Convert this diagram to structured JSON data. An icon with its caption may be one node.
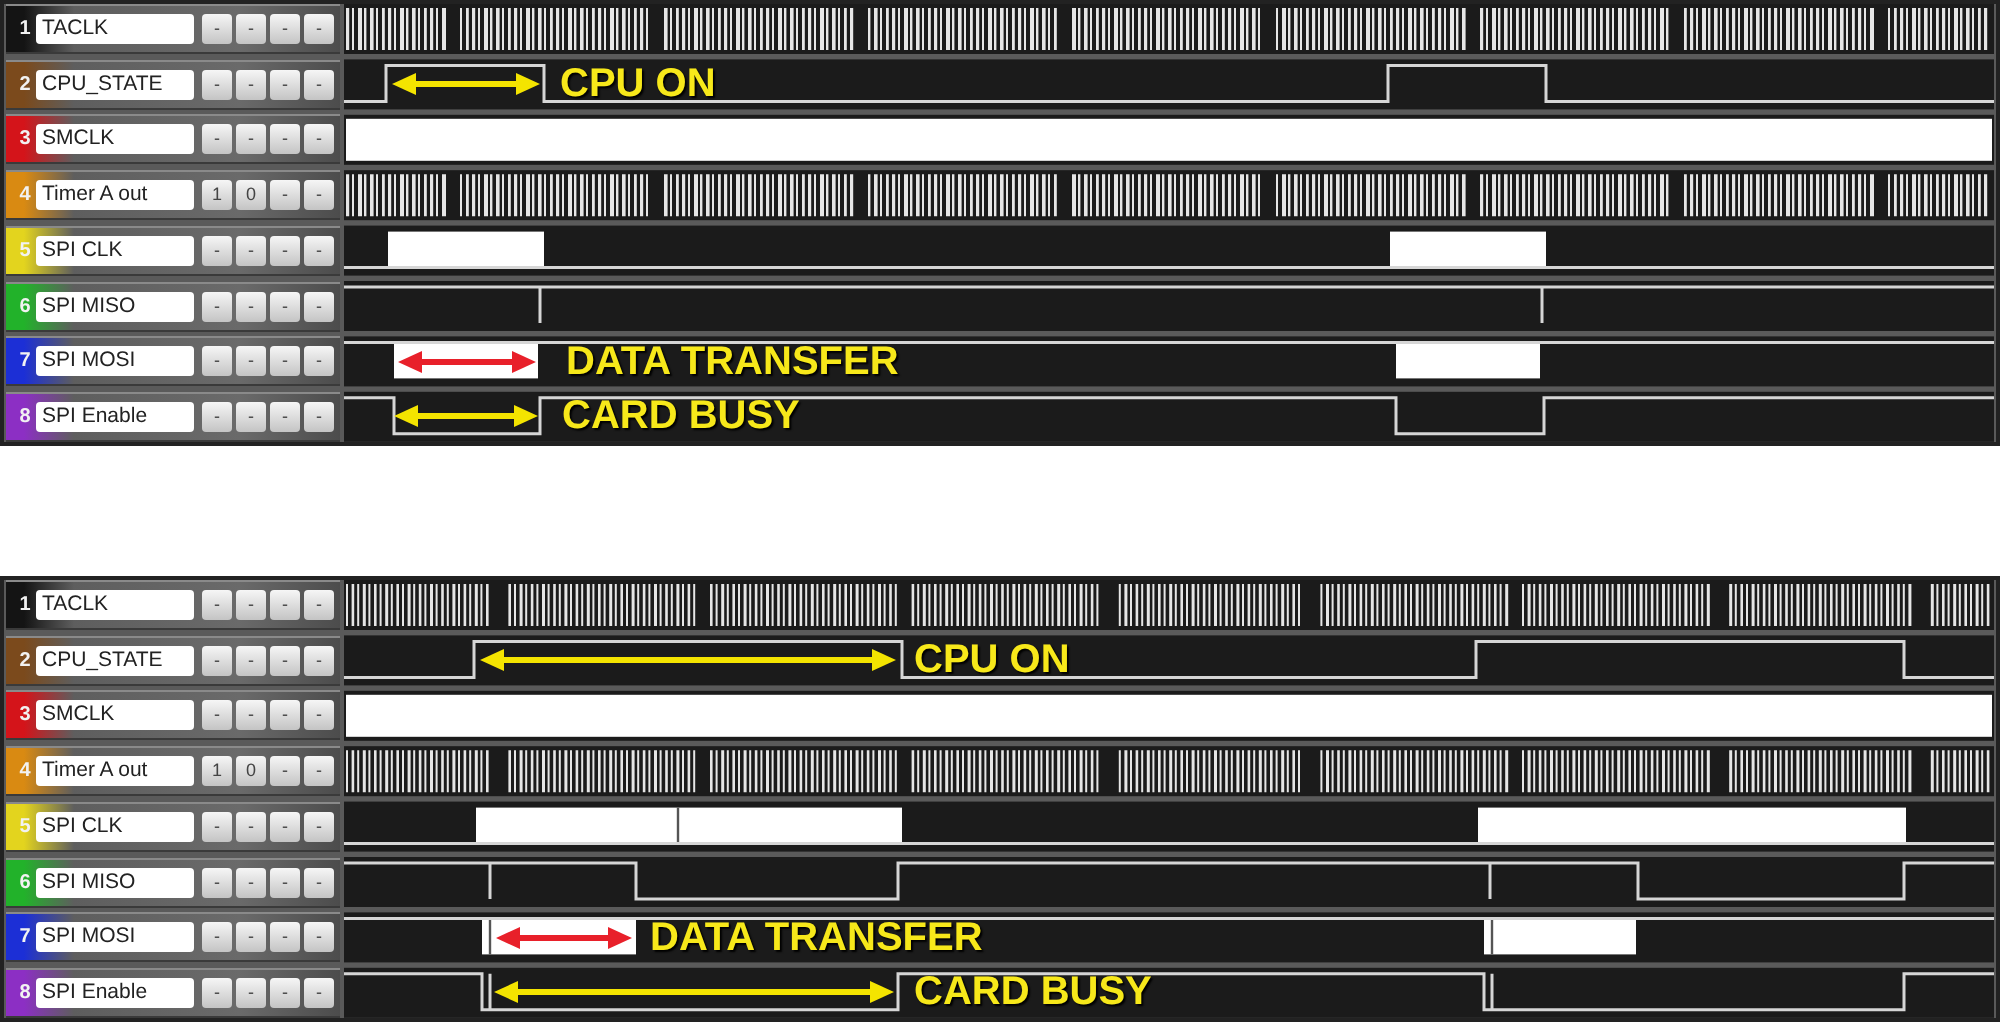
{
  "diagram": {
    "labels": [
      "1",
      "TACLK",
      "-",
      "-",
      "-",
      "-",
      "2",
      "CPU_STATE",
      "-",
      "-",
      "-",
      "-",
      "CPU ON",
      "3",
      "SMCLK",
      "-",
      "-",
      "-",
      "-",
      "4",
      "Timer A out",
      "1",
      "0",
      "-",
      "-",
      "5",
      "SPI CLK",
      "-",
      "-",
      "-",
      "-",
      "6",
      "SPI MISO",
      "-",
      "-",
      "-",
      "-",
      "7",
      "SPI MOSI",
      "-",
      "-",
      "-",
      "-",
      "DATA TRANSFER",
      "8",
      "SPI Enable",
      "-",
      "-",
      "-",
      "-",
      "CARD BUSY",
      "1",
      "TACLK",
      "-",
      "-",
      "-",
      "-",
      "2",
      "CPU_STATE",
      "-",
      "-",
      "-",
      "-",
      "CPU ON",
      "3",
      "SMCLK",
      "-",
      "-",
      "-",
      "-",
      "4",
      "Timer A out",
      "1",
      "0",
      "-",
      "-",
      "5",
      "SPI CLK",
      "-",
      "-",
      "-",
      "-",
      "6",
      "SPI MISO",
      "-",
      "-",
      "-",
      "-",
      "7",
      "SPI MOSI",
      "-",
      "-",
      "-",
      "-",
      "DATA TRANSFER",
      "8",
      "SPI Enable",
      "-",
      "-",
      "-",
      "-",
      "CARD BUSY"
    ]
  }
}
